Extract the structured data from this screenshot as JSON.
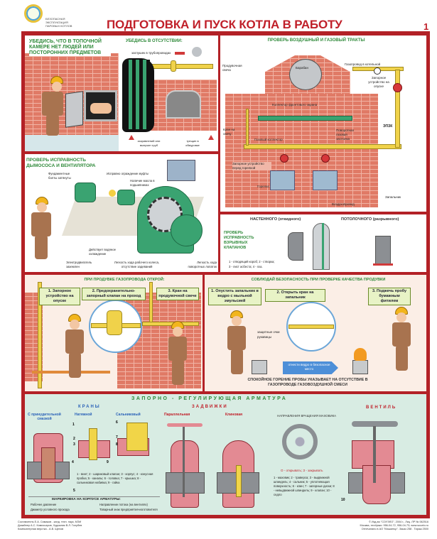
{
  "header": {
    "series": "БЕЗОПАСНАЯ ЭКСПЛУАТАЦИЯ ПАРОВЫХ КОТЛОВ",
    "title": "ПОДГОТОВКА И ПУСК КОТЛА В РАБОТУ",
    "page_number": "1"
  },
  "furnace_panel": {
    "heading": "УБЕДИСЬ, ЧТО В ТОПОЧНОЙ КАМЕРЕ НЕТ ЛЮДЕЙ ИЛИ ПОСТОРОННИХ ПРЕДМЕТОВ",
    "absence_heading": "УБЕДИСЬ В ОТСУТСТВИИ:",
    "plugs": "заглушек в трубопроводах",
    "bends": "искривлений или выпучин труб",
    "cracks": "трещин в обмуровке"
  },
  "tracts_panel": {
    "heading": "ПРОВЕРЬ ВОЗДУШНЫЙ И ГАЗОВЫЙ ТРАКТЫ",
    "labels": {
      "purge_candle": "Продувочная свеча",
      "drum": "Барабан",
      "gas_pipe": "Газопровод в котельной",
      "shutoff_descent": "Запорное устройство на опуске",
      "front_collector": "Коллектор фронтового экрана",
      "candle_tap": "Кран на свечу",
      "gas_collector": "Газовый коллектор",
      "rotary_damper": "Поворотная газовая заслонка",
      "epzk": "ЭПЗК",
      "shutoff_burner": "Запорное устройство перед горелкой",
      "burner": "Горелка",
      "air_duct": "Воздухопровод",
      "igniter": "Запальник"
    }
  },
  "fan_panel": {
    "heading": "ПРОВЕРЬ ИСПРАВНОСТЬ ДЫМОСОСА И ВЕНТИЛЯТОРА",
    "labels": {
      "bolts": "Фундаментные болты затянуты",
      "guard": "Исправно ограждение муфты",
      "oil": "Наличие масла в подшипниках",
      "cooling": "Действует водяное охлаждение",
      "grounded": "Электродвигатель заземлен",
      "impeller": "Легкость хода рабочего колеса, отсутствие задеваний",
      "blades": "Легкость хода поворотных лопаток"
    }
  },
  "valves_panel": {
    "wall": "НАСТЕННОГО (откидного)",
    "ceiling": "ПОТОЛОЧНОГО (разрывного)",
    "heading": "ПРОВЕРЬ ИСПРАВНОСТЬ ВЗРЫВНЫХ КЛАПАНОВ",
    "legend_1": "1 - отводящий короб; 2 - створка;",
    "legend_2": "3 - лист асбеста; 4 - лаз."
  },
  "purge_panel": {
    "heading": "ПРИ ПРОДУВКЕ ГАЗОПРОВОДА ОТКРОЙ:",
    "steps": [
      "1. Запорное устройство на опуске",
      "2. Предохранительно-запорный клапан на проход",
      "3. Кран на продувочной свече"
    ]
  },
  "safety_panel": {
    "heading": "СОБЛЮДАЙ БЕЗОПАСНОСТЬ ПРИ ПРОВЕРКЕ КАЧЕСТВА ПРОДУВКИ",
    "steps": [
      "1. Опустить запальник в ведро с мыльной эмульсией",
      "2. Открыть кран на запальник",
      "3. Поджечь пробу бумажным фитилем"
    ],
    "ppe": [
      "защитные очки",
      "рукавицы"
    ],
    "move_bucket": "отнести ведро в безопасное место",
    "conclusion": "СПОКОЙНОЕ ГОРЕНИЕ ПРОБЫ УКАЗЫВАЕТ НА ОТСУТСТВИЕ В ГАЗОПРОВОДЕ ГАЗОВОЗДУШНОЙ СМЕСИ"
  },
  "fittings_panel": {
    "heading": "ЗАПОРНО - РЕГУЛИРУЮЩАЯ АРМАТУРА",
    "taps": "КРАНЫ",
    "tap_types": [
      "С принудительной смазкой",
      "Натяжной",
      "Сальниковый"
    ],
    "gate_valves": "ЗАДВИЖКИ",
    "gate_types": [
      "Параллельная",
      "Клиновая"
    ],
    "wheel_heading": "НАПРАВЛЕНИЯ ВРАЩЕНИЯ МАХОВИКА",
    "wheel_legend": "О - открывать;  З - закрывать",
    "globe_valve": "ВЕНТИЛЬ",
    "tap_legend": "1 - винт; 2 - шариковый клапан; 3 - корпус; 4 - конусная пробка; 5 - каналы; 6 - головка; 7 - крышка; 8 - сальниковая набивка; 9 - гайка",
    "marking_heading": "МАРКИРОВКА НА КОРПУСЕ АРМАТУРЫ:",
    "markings": [
      "Рабочее давление",
      "Диаметр условного прохода",
      "Направление потока (на вентилях)",
      "Товарный знак предприятия-изготовителя"
    ],
    "valve_legend": "1 - маховик; 2 - траверса; 3 - выдвижной шпиндель; 4 - сальник; 5 - уплотняющая поверхность; 6 - клин; 7 - запорные диски; 8 - невыдвижной шпиндель; 9 - клапан; 10 - седло",
    "numbers": [
      "1",
      "2",
      "3",
      "4",
      "5",
      "6",
      "7",
      "8",
      "9",
      "10"
    ]
  },
  "footer": {
    "credits": [
      "Составитель Е.А. Симаков - канд. техн. наук, МЭИ",
      "Дизайнер А.С. Комиссаров, Художник В.Л. Голубев",
      "Компьютерная верстка - А.В. Щелов"
    ],
    "publisher": [
      "© Изд-во \"СОУЭЛО\", 2004 г., Лиц. ЛР № 062516",
      "Москва, тел/факс: 956-04-72, 956-04-73; www.souelo.ru",
      "Отпечатано в АО \"Машинър\". Заказ 258 . Тираж 2500"
    ]
  },
  "colors": {
    "frame": "#b32126",
    "title": "#c0202a",
    "heading_green": "#2f8a3a",
    "fittings_bg": "#d8ece3"
  }
}
